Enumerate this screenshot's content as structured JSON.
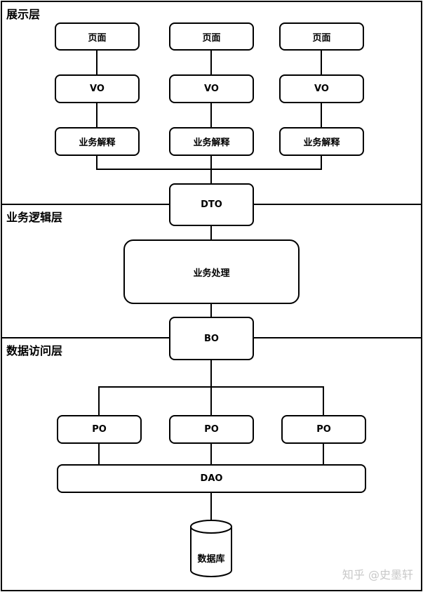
{
  "layers": {
    "presentation": "展示层",
    "business": "业务逻辑层",
    "data_access": "数据访问层"
  },
  "presentation": {
    "pages": [
      "页面",
      "页面",
      "页面"
    ],
    "vos": [
      "VO",
      "VO",
      "VO"
    ],
    "interpreters": [
      "业务解释",
      "业务解释",
      "业务解释"
    ]
  },
  "dto": "DTO",
  "business_processing": "业务处理",
  "bo": "BO",
  "pos": [
    "PO",
    "PO",
    "PO"
  ],
  "dao": "DAO",
  "database": "数据库",
  "watermark": "知乎 @史墨轩"
}
